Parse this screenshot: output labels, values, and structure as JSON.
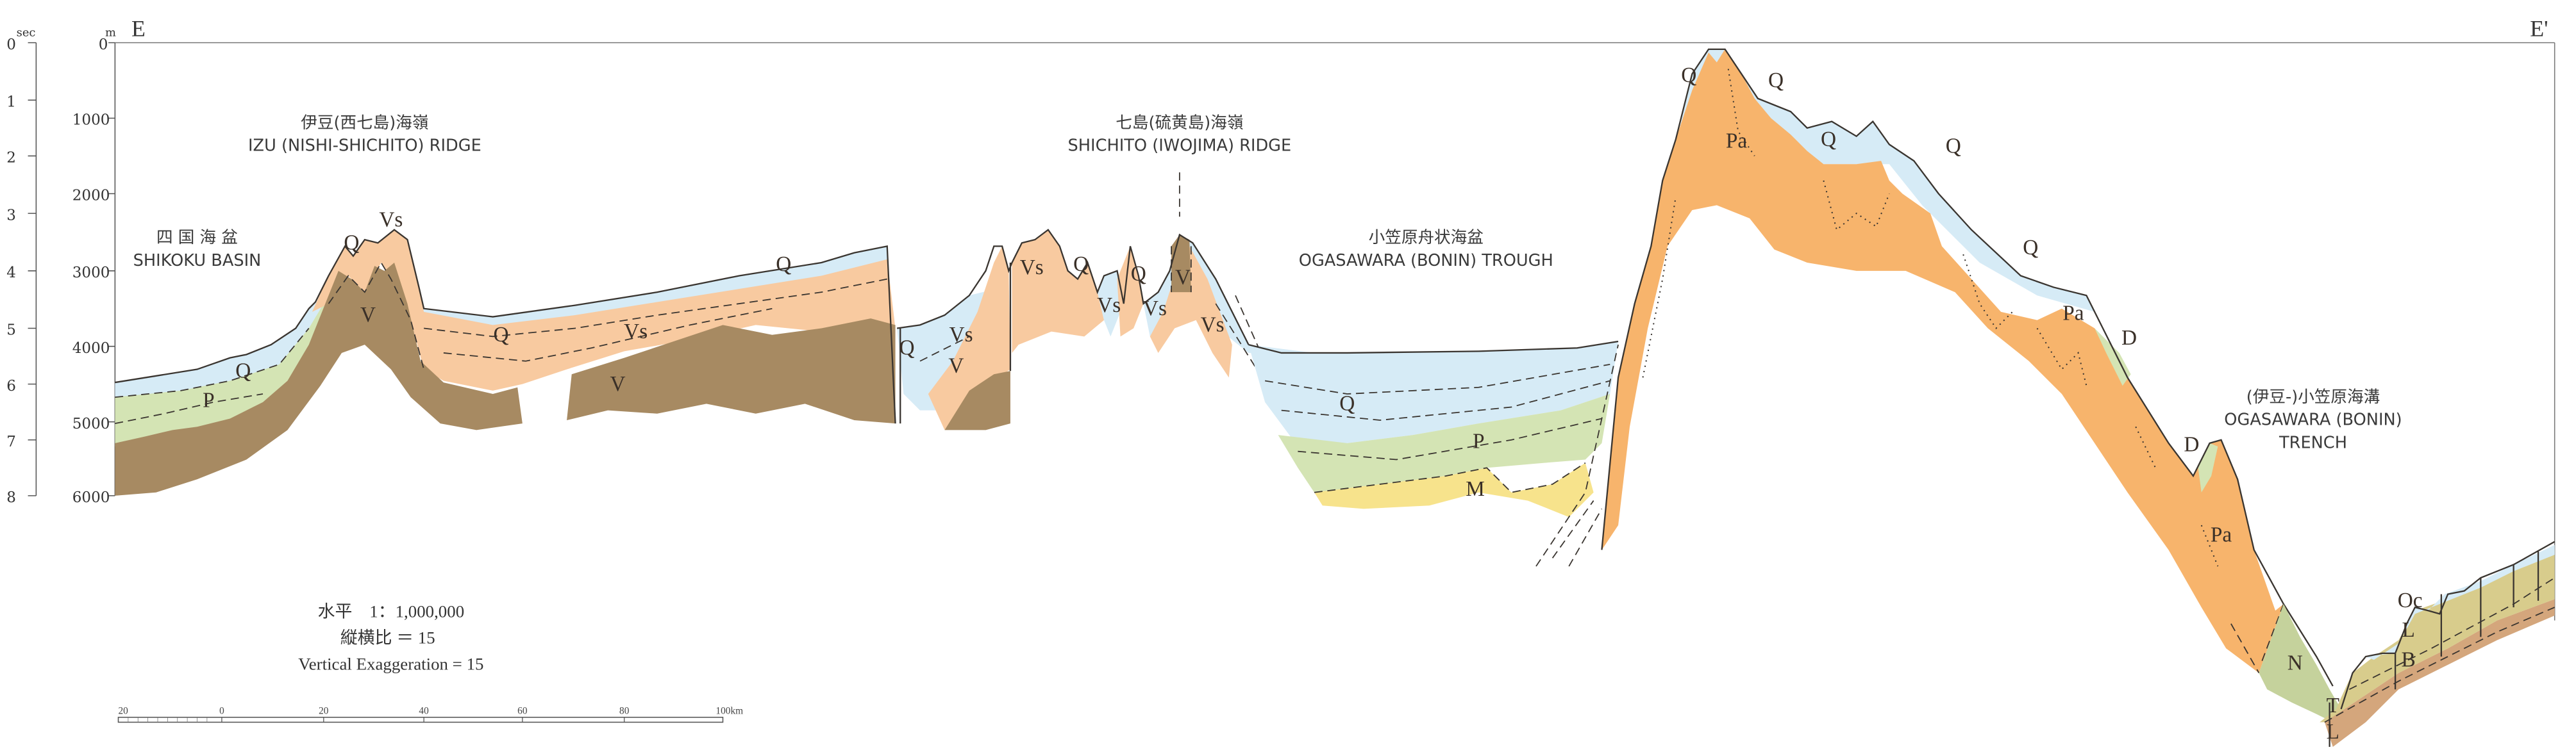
{
  "section": {
    "start_label": "E",
    "end_label": "E'"
  },
  "axes": {
    "time": {
      "unit": "sec",
      "ticks": [
        "0",
        "1",
        "2",
        "3",
        "4",
        "5",
        "6",
        "7",
        "8"
      ]
    },
    "depth": {
      "unit": "m",
      "ticks": [
        "0",
        "1000",
        "2000",
        "3000",
        "4000",
        "5000",
        "6000"
      ]
    }
  },
  "regions": [
    {
      "ja": "伊豆(西七島)海嶺",
      "en": "IZU (NISHI-SHICHITO) RIDGE"
    },
    {
      "ja": "四 国 海 盆",
      "en": "SHIKOKU BASIN"
    },
    {
      "ja": "七島(硫黄島)海嶺",
      "en": "SHICHITO (IWOJIMA) RIDGE"
    },
    {
      "ja": "小笠原舟状海盆",
      "en": "OGASAWARA (BONIN) TROUGH"
    },
    {
      "ja": "(伊豆-)小笠原海溝",
      "en": "OGASAWARA (BONIN)",
      "en2": "TRENCH"
    }
  ],
  "units": [
    "Q",
    "Vs",
    "V",
    "Q",
    "P",
    "Q",
    "Vs",
    "V",
    "Q",
    "Q",
    "Vs",
    "V",
    "Vs",
    "Q",
    "Vs",
    "Q",
    "Vs",
    "V",
    "Vs",
    "Q",
    "P",
    "M",
    "Q",
    "Q",
    "Pa",
    "Q",
    "Q",
    "Q",
    "Pa",
    "D",
    "D",
    "Pa",
    "N",
    "T",
    "L",
    "Oc",
    "L",
    "B"
  ],
  "scale": {
    "horizontal": "水平　1：1,000,000",
    "ratio_ja": "縦横比 ＝ 15",
    "ratio_en": "Vertical Exaggeration = 15",
    "bar_ticks": [
      "20",
      "0",
      "20",
      "40",
      "60",
      "80",
      "100km"
    ]
  },
  "colors": {
    "Q": "#d6ebf6",
    "Vs": "#f8caa0",
    "V": "#a78a62",
    "P": "#d4e4b4",
    "M": "#f7e38c",
    "Pa": "#f7b46c",
    "N": "#c5d29c",
    "L": "#d8cc8c",
    "B": "#d4a67c"
  }
}
